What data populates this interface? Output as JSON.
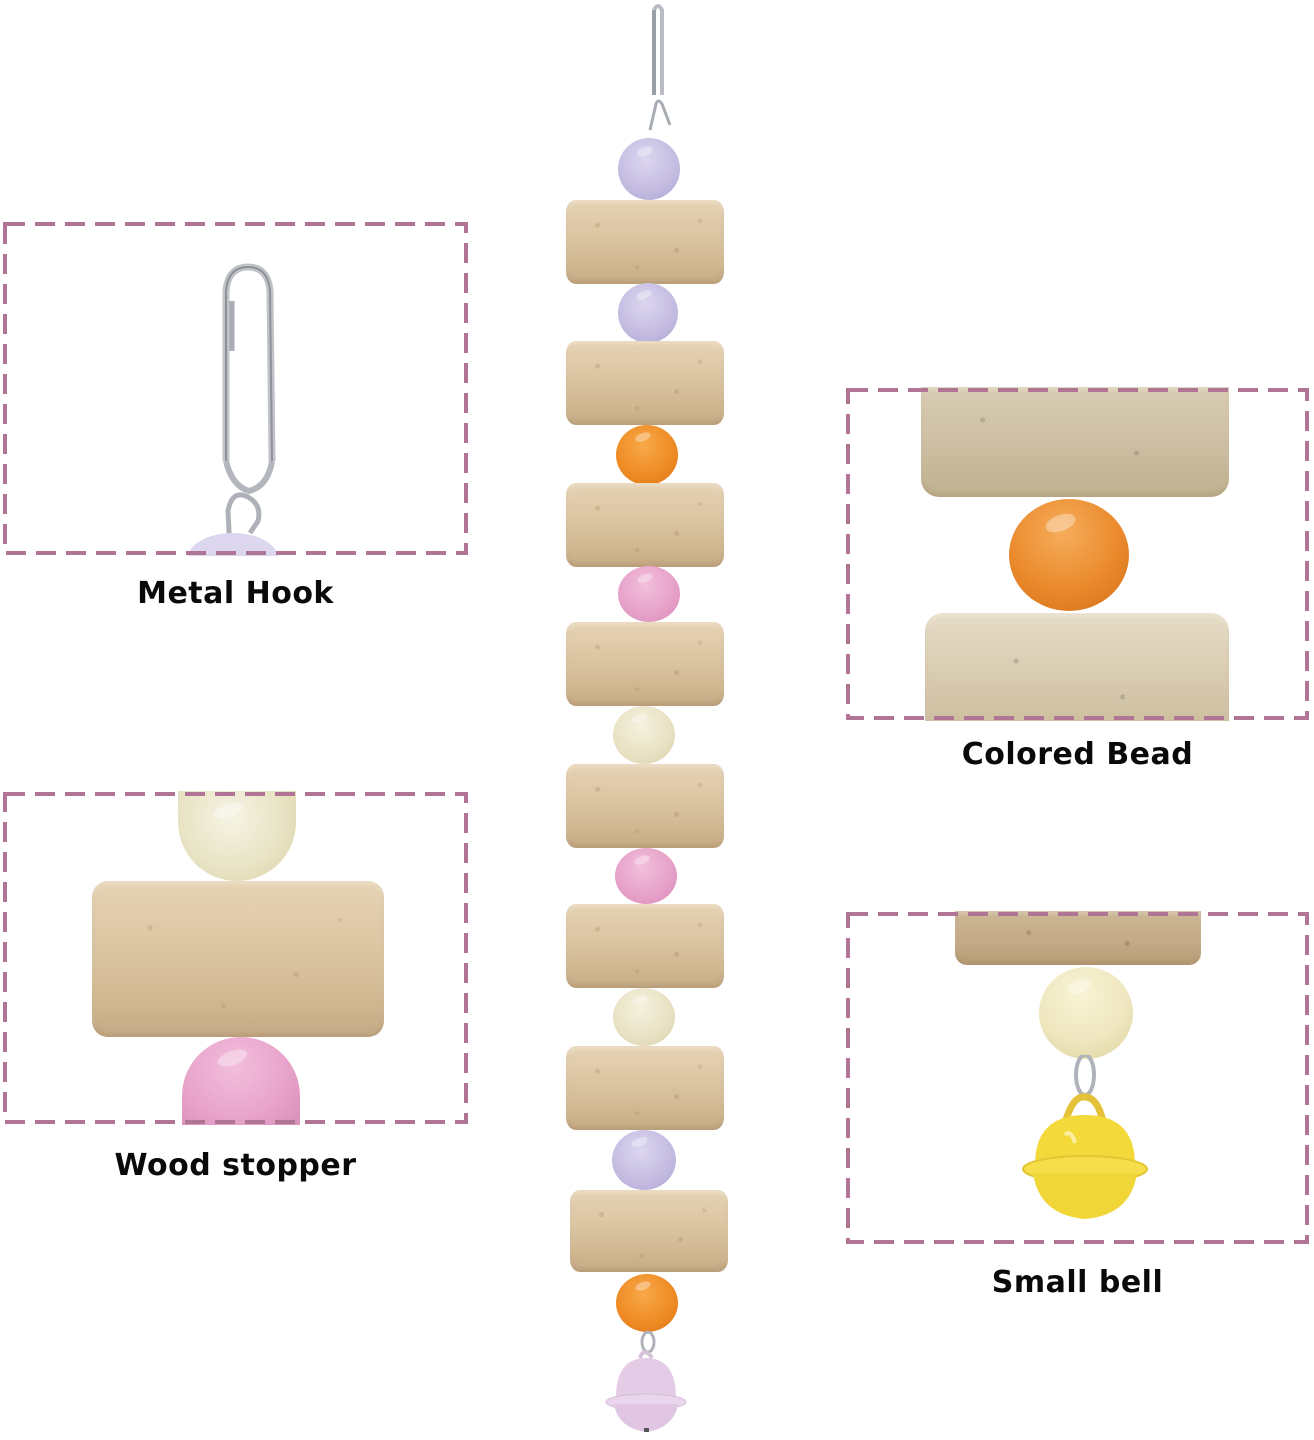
{
  "colors": {
    "frame_dash": "#b07594",
    "caption_text": "#0a0a0a",
    "background": "#ffffff",
    "bead_lavender": "#c9c2e4",
    "bead_orange": "#ef8a22",
    "bead_pink": "#e9a3cc",
    "bead_cream": "#ece6c6",
    "bell_pink": "#e6cde6",
    "bell_yellow": "#f3d938",
    "metal": "#b9bcc2"
  },
  "callouts": [
    {
      "id": "metal-hook",
      "label": "Metal Hook"
    },
    {
      "id": "colored-bead",
      "label": "Colored Bead"
    },
    {
      "id": "wood-stopper",
      "label": "Wood stopper"
    },
    {
      "id": "small-bell",
      "label": "Small bell"
    }
  ],
  "product_chain": {
    "top": "metal-hook",
    "sequence": [
      "lavender-bead",
      "cork",
      "lavender-bead",
      "cork",
      "orange-bead",
      "cork",
      "pink-bead",
      "cork",
      "cream-bead",
      "cork",
      "pink-bead",
      "cork",
      "cream-bead",
      "cork",
      "lavender-bead",
      "cork",
      "orange-bead"
    ],
    "bottom": "pink-bell"
  }
}
